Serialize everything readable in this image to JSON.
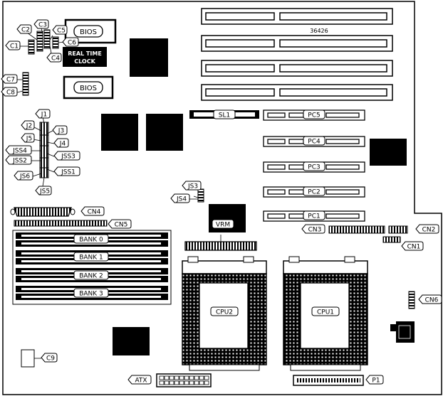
{
  "board": {
    "code": "36426",
    "ics": {
      "bios1": "BIOS",
      "bios2": "BIOS",
      "rtc_line1": "REAL TIME",
      "rtc_line2": "CLOCK"
    },
    "slots": {
      "sl1": "SL1",
      "pc5": "PC5",
      "pc4": "PC4",
      "pc3": "PC3",
      "pc2": "PC2",
      "pc1": "PC1"
    },
    "memory": {
      "bank0": "BANK 0",
      "bank1": "BANK 1",
      "bank2": "BANK 2",
      "bank3": "BANK 3"
    },
    "cpus": {
      "cpu1": "CPU1",
      "cpu2": "CPU2",
      "vrm": "VRM"
    },
    "connectors": {
      "cn1": "CN1",
      "cn2": "CN2",
      "cn3": "CN3",
      "cn4": "CN4",
      "cn5": "CN5",
      "cn6": "CN6",
      "atx": "ATX",
      "p1": "P1"
    },
    "capacitors": {
      "c1": "C1",
      "c2": "C2",
      "c3": "C3",
      "c4": "C4",
      "c5": "C5",
      "c6": "C6",
      "c7": "C7",
      "c8": "C8",
      "c9": "C9"
    },
    "jumpers": {
      "j1": "J1",
      "j2": "J2",
      "j3": "J3",
      "j4": "J4",
      "j5": "J5",
      "jss4": "JSS4",
      "jss3": "JSS3",
      "jss2": "JSS2",
      "jss1": "JSS1",
      "js6": "JS6",
      "js5": "JS5",
      "js3": "JS3",
      "js4": "JS4"
    }
  }
}
